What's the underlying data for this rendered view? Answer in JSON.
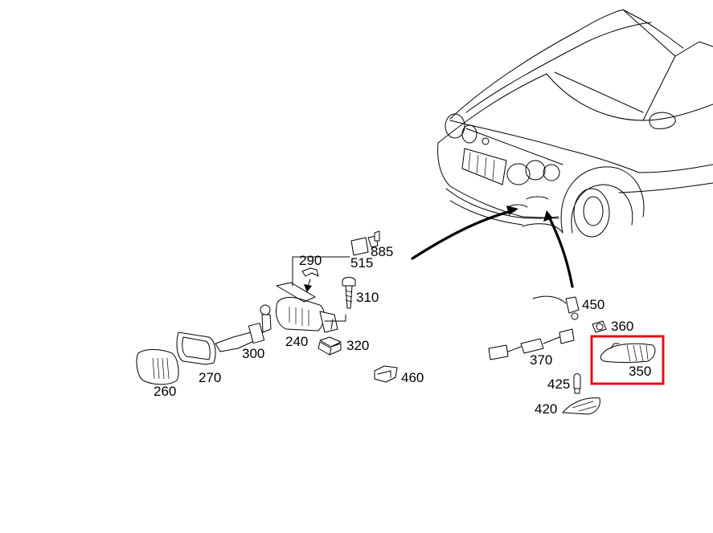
{
  "diagram": {
    "part_labels": {
      "p240": "240",
      "p260": "260",
      "p270": "270",
      "p290": "290",
      "p300": "300",
      "p310": "310",
      "p320": "320",
      "p350": "350",
      "p360": "360",
      "p370": "370",
      "p420": "420",
      "p425": "425",
      "p450": "450",
      "p460": "460",
      "p515": "515",
      "p885": "885"
    },
    "highlighted_part": "350",
    "highlight_color": "#e0101a"
  }
}
